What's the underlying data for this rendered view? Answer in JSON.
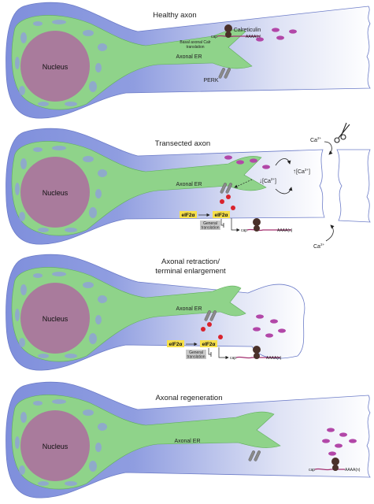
{
  "panels": [
    {
      "title_lines": [
        "Healthy axon"
      ],
      "nucleus": "Nucleus",
      "er": "Axonal ER",
      "perk": "PERK",
      "calreticulin": "Calreticulin",
      "basal_lines": [
        "Basal axonal Calr",
        "translation"
      ],
      "cap": "cap",
      "polya": "AAAA(n)"
    },
    {
      "title_lines": [
        "Transected axon"
      ],
      "nucleus": "Nucleus",
      "er": "Axonal ER",
      "ca_top": "Ca",
      "ca_bottom": "Ca",
      "ca_sup": "2+",
      "ca_down": "[Ca",
      "ca_up": "[Ca",
      "eif_a": "eIF2α",
      "eif_b": "eIF2α",
      "general_lines": [
        "General",
        "translation"
      ],
      "cap": "cap",
      "polya": "AAAA(n)"
    },
    {
      "title_lines": [
        "Axonal retraction/",
        "terminal enlargement"
      ],
      "nucleus": "Nucleus",
      "er": "Axonal ER",
      "eif_a": "eIF2α",
      "eif_b": "eIF2α",
      "general_lines": [
        "General",
        "translation"
      ],
      "cap": "cap",
      "polya": "AAAA(n)"
    },
    {
      "title_lines": [
        "Axonal regeneration"
      ],
      "nucleus": "Nucleus",
      "er": "Axonal ER",
      "cap": "cap",
      "polya": "AAAA(n)"
    }
  ],
  "colors": {
    "cell_body": "#7f8fdc",
    "axon_end": "#ffffff",
    "er": "#8fd38a",
    "nucleus": "#a97b9c",
    "calreticulin": "#b247a8",
    "ribosome": "#4a3029",
    "mrna": "#a3306f",
    "eif_box": "#f7e04a",
    "phospho": "#d9232d",
    "perk": "#8a8a8a"
  }
}
